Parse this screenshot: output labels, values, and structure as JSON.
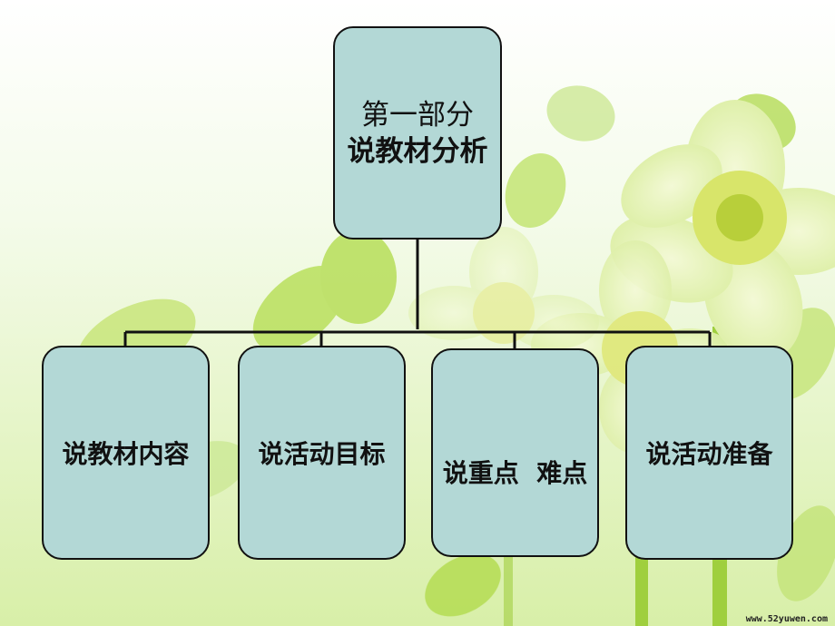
{
  "diagram": {
    "root": {
      "line1": "第一部分",
      "line2": "说教材分析"
    },
    "children": [
      "说教材内容",
      "说活动目标",
      "说重点  难点",
      "说活动准备"
    ]
  },
  "watermark": "www.52yuwen.com",
  "colors": {
    "box_fill": "#b3d8d6",
    "line": "#111111",
    "background_top": "#ffffff",
    "background_bottom": "#d9efa6"
  }
}
